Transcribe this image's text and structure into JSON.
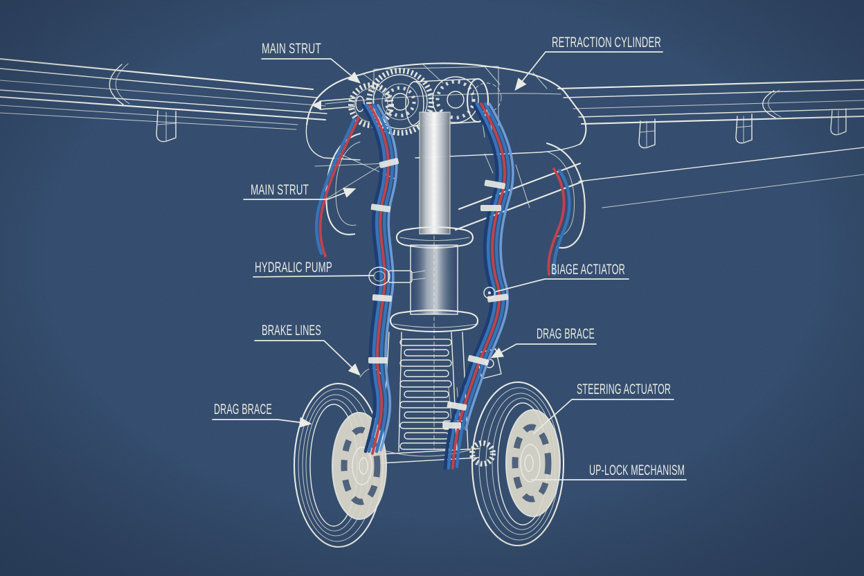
{
  "diagram": {
    "subject": "aircraft-landing-gear-blueprint",
    "labels": {
      "main_strut_top": "MAIN STRUT",
      "retraction_cylinder": "RETRACTION CYLINDER",
      "main_strut_side": "MAIN STRUT",
      "hydraulic_pump": "HYDRALIC PUMP",
      "brace_actuator": "BIAGE ACTIATOR",
      "brake_lines": "BRAKE LINES",
      "drag_brace_right": "DRAG BRACE",
      "drag_brace_left": "DRAG BRACE",
      "steering_actuator": "STEERING ACTUATOR",
      "up_lock_mechanism": "UP-LOCK MECHANISM"
    },
    "colors": {
      "background": "#30496b",
      "ink": "#e9ebe4",
      "hydraulic_red": "#c1424e",
      "hydraulic_blue": "#3674ba",
      "hydraulic_blue_light": "#6d9bd8",
      "hydraulic_blue_dark": "#1d3d74",
      "metal_light": "#f4f4ef",
      "metal_dark": "#8f98a3",
      "rim_fill": "#ddd9cc"
    }
  }
}
